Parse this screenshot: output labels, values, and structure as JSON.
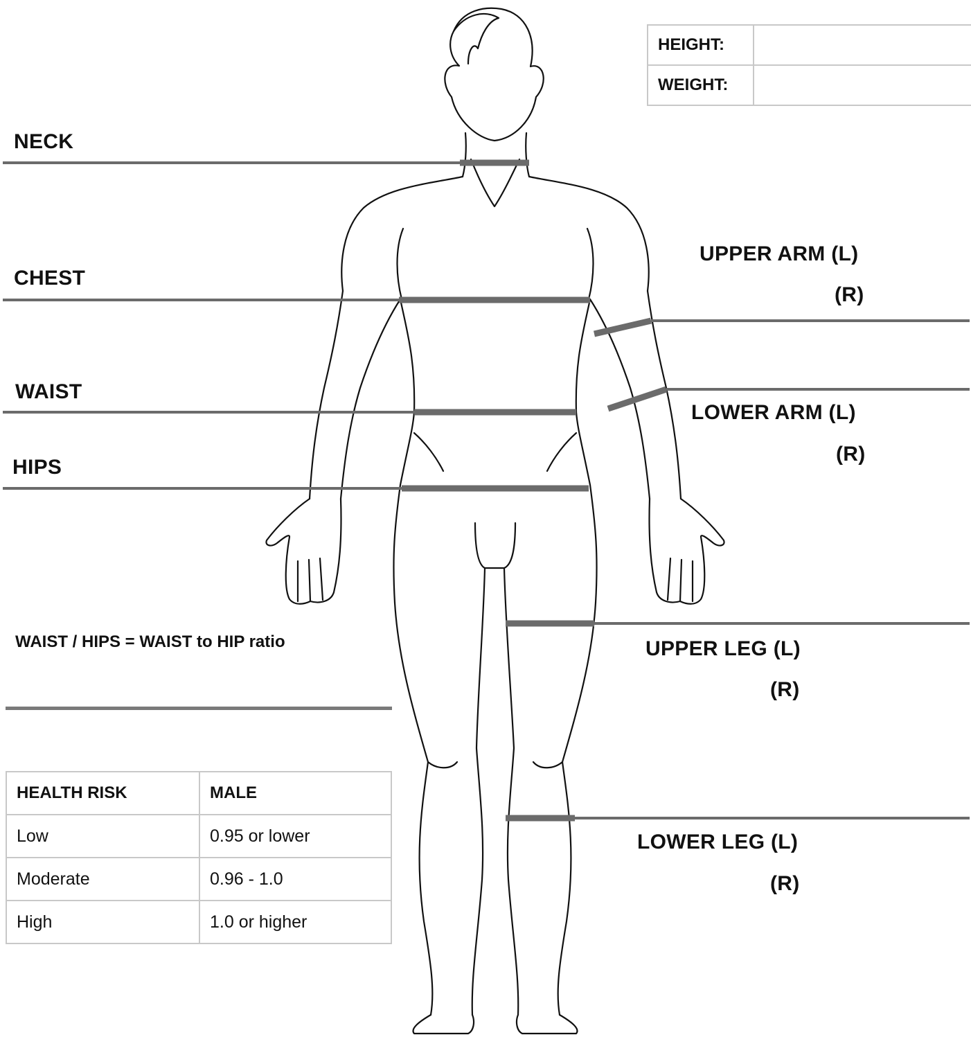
{
  "measurements": {
    "neck": "NECK",
    "chest": "CHEST",
    "waist": "WAIST",
    "hips": "HIPS",
    "upper_arm_l": "UPPER ARM (L)",
    "upper_arm_r": "(R)",
    "lower_arm_l": "LOWER ARM (L)",
    "lower_arm_r": "(R)",
    "upper_leg_l": "UPPER LEG (L)",
    "upper_leg_r": "(R)",
    "lower_leg_l": "LOWER LEG (L)",
    "lower_leg_r": "(R)"
  },
  "stats": {
    "height_label": "HEIGHT:",
    "height_value": "",
    "weight_label": "WEIGHT:",
    "weight_value": ""
  },
  "ratio": {
    "formula": "WAIST / HIPS = WAIST to HIP ratio",
    "answer": ""
  },
  "risk_table": {
    "headers": [
      "HEALTH RISK",
      "MALE"
    ],
    "rows": [
      [
        "Low",
        "0.95 or lower"
      ],
      [
        "Moderate",
        "0.96 - 1.0"
      ],
      [
        "High",
        "1.0 or higher"
      ]
    ]
  },
  "colors": {
    "measure_line": "#6b6b6b",
    "outline": "#111111",
    "table_border": "#c8c8c8"
  }
}
